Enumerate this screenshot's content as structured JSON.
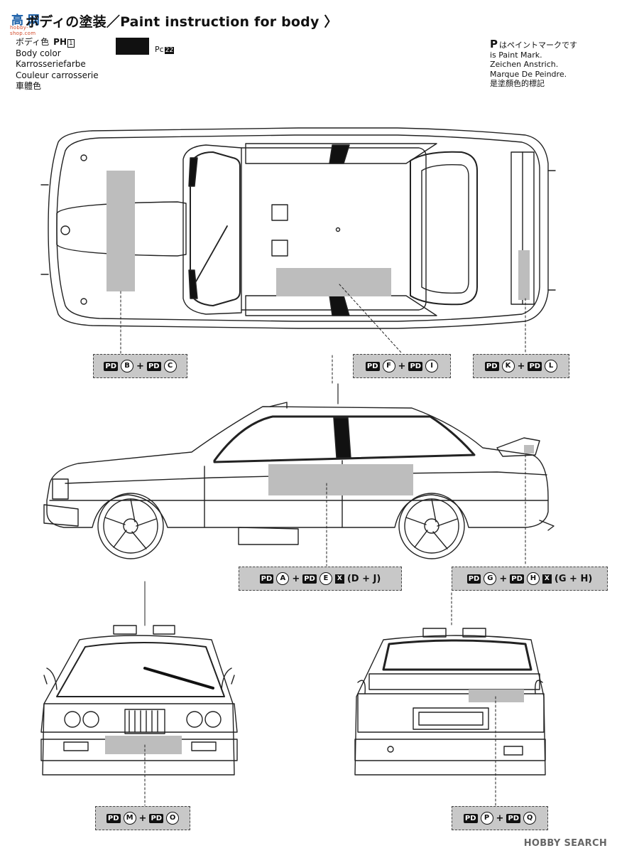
{
  "header": {
    "title": "ボディの塗装／Paint instruction for body 〉",
    "watermark_logo": "高 网",
    "watermark_sub": "hobby-shop.com"
  },
  "legend": {
    "line1": "ボディ色",
    "line1_mark": "PH",
    "line1_num": "1",
    "line2": "Body color",
    "line3": "Karrosseriefarbe",
    "line4": "Couleur carrosserie",
    "line5": "車體色",
    "swatch_color": "#111111",
    "pc_label": "Pc",
    "pc_code": "22"
  },
  "paint_mark": {
    "symbol": "P",
    "jp": "はペイントマークです",
    "en": "is Paint Mark.",
    "de": "Zeichen Anstrich.",
    "fr": "Marque De Peindre.",
    "zh": "是塗顏色的標記"
  },
  "callouts": [
    {
      "id": "top-front",
      "a": "B",
      "b": "C"
    },
    {
      "id": "top-roof",
      "a": "F",
      "b": "I"
    },
    {
      "id": "top-rear",
      "a": "K",
      "b": "L"
    },
    {
      "id": "side-door",
      "a": "A",
      "b": "E",
      "mix": "(D + J)"
    },
    {
      "id": "side-rear",
      "a": "G",
      "b": "H",
      "mix": "(G + H)"
    },
    {
      "id": "front-view",
      "a": "M",
      "b": "O"
    },
    {
      "id": "rear-view",
      "a": "P",
      "b": "Q"
    }
  ],
  "callout_paint_symbol": "PD",
  "callout_mix_symbol": "X",
  "footer": {
    "watermark": "HOBBY SEARCH"
  },
  "colors": {
    "line": "#222222",
    "paint_area": "#bdbdbd",
    "callout_bg": "#c8c8c8"
  }
}
